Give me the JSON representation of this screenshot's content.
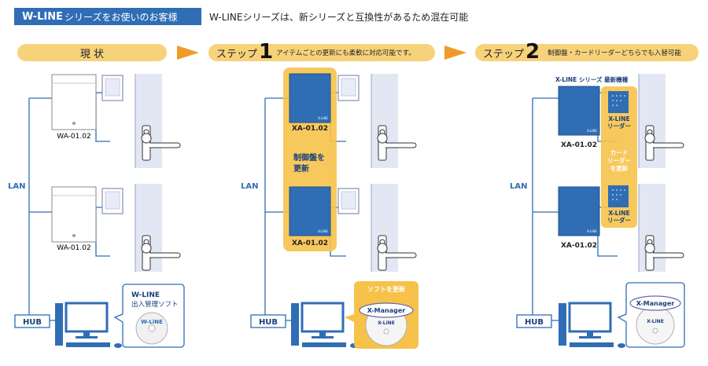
{
  "header": {
    "badge_brand": "W-LINE",
    "badge_rest": "シリーズをお使いのお客様",
    "note": "W-LINEシリーズは、新シリーズと互換性があるため混在可能"
  },
  "steps": {
    "current": {
      "label": "現 状"
    },
    "step1": {
      "prefix": "ステップ",
      "num": "1",
      "desc": "アイテムごとの更新にも柔軟に対応可能です。"
    },
    "step2": {
      "prefix": "ステップ",
      "num": "2",
      "desc": "制御盤・カードリーダーどちらでも入替可能"
    }
  },
  "labels": {
    "lan": "LAN",
    "hub": "HUB",
    "wa_model": "WA-01.02",
    "xa_model": "XA-01.02",
    "update_panel_1": "制御盤を",
    "update_panel_2": "更新",
    "xline_series": "X-LINE シリーズ 最新機種",
    "xline_reader_1": "X-LINE",
    "xline_reader_2": "リーダー",
    "card_reader_1": "カード",
    "card_reader_2": "リーダー",
    "card_reader_3": "を更新",
    "software_title_1": "W-LINE",
    "software_title_2": "出入管理ソフト",
    "software_update": "ソフトを更新",
    "x_manager": "X-Manager",
    "wline_logo": "W-LiNE",
    "xline_logo": "X-LiNE",
    "panel_logo": "X-LiNE"
  },
  "colors": {
    "accent_blue": "#2f6db5",
    "device_blue": "#2f6db5",
    "highlight": "#f6c24a",
    "pill": "#f6d27a",
    "arrow": "#f09a2a",
    "line": "#2f6db5"
  }
}
